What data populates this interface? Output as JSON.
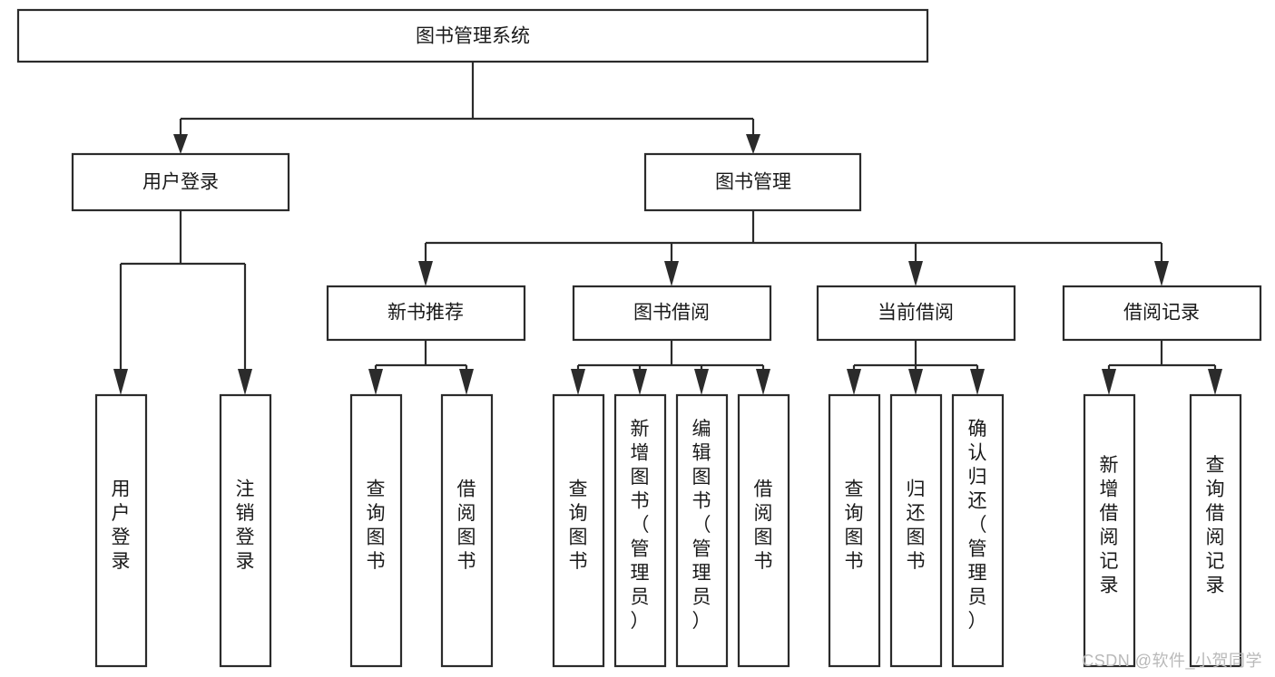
{
  "diagram": {
    "type": "tree-hierarchy-flowchart",
    "title": "图书管理系统",
    "background_color": "#ffffff",
    "box_stroke_color": "#2b2b2b",
    "text_color": "#1a1a1a",
    "root": {
      "id": "root",
      "label": "图书管理系统",
      "orientation": "horizontal"
    },
    "level1": [
      {
        "id": "user-login",
        "label": "用户登录",
        "orientation": "horizontal"
      },
      {
        "id": "book-management",
        "label": "图书管理",
        "orientation": "horizontal"
      }
    ],
    "level2": [
      {
        "id": "new-book-recommend",
        "label": "新书推荐",
        "orientation": "horizontal",
        "parent": "book-management"
      },
      {
        "id": "book-borrow",
        "label": "图书借阅",
        "orientation": "horizontal",
        "parent": "book-management"
      },
      {
        "id": "current-borrow",
        "label": "当前借阅",
        "orientation": "horizontal",
        "parent": "book-management"
      },
      {
        "id": "borrow-record",
        "label": "借阅记录",
        "orientation": "horizontal",
        "parent": "book-management"
      }
    ],
    "leaves": [
      {
        "id": "leaf-user-login",
        "label": "用户登录",
        "orientation": "vertical",
        "parent": "user-login"
      },
      {
        "id": "leaf-user-logout",
        "label": "注销登录",
        "orientation": "vertical",
        "parent": "user-login"
      },
      {
        "id": "leaf-query-book-1",
        "label": "查询图书",
        "orientation": "vertical",
        "parent": "new-book-recommend"
      },
      {
        "id": "leaf-borrow-book-1",
        "label": "借阅图书",
        "orientation": "vertical",
        "parent": "new-book-recommend"
      },
      {
        "id": "leaf-query-book-2",
        "label": "查询图书",
        "orientation": "vertical",
        "parent": "book-borrow"
      },
      {
        "id": "leaf-add-book",
        "label": "新增图书（管理员）",
        "orientation": "vertical",
        "parent": "book-borrow"
      },
      {
        "id": "leaf-edit-book",
        "label": "编辑图书（管理员）",
        "orientation": "vertical",
        "parent": "book-borrow"
      },
      {
        "id": "leaf-borrow-book-2",
        "label": "借阅图书",
        "orientation": "vertical",
        "parent": "book-borrow"
      },
      {
        "id": "leaf-query-book-3",
        "label": "查询图书",
        "orientation": "vertical",
        "parent": "current-borrow"
      },
      {
        "id": "leaf-return-book",
        "label": "归还图书",
        "orientation": "vertical",
        "parent": "current-borrow"
      },
      {
        "id": "leaf-confirm-return",
        "label": "确认归还（管理员）",
        "orientation": "vertical",
        "parent": "current-borrow"
      },
      {
        "id": "leaf-add-record",
        "label": "新增借阅记录",
        "orientation": "vertical",
        "parent": "borrow-record"
      },
      {
        "id": "leaf-query-record",
        "label": "查询借阅记录",
        "orientation": "vertical",
        "parent": "borrow-record"
      }
    ]
  },
  "watermark": {
    "text": "CSDN @软件_小贺同学",
    "color": "#b9b9b9"
  }
}
